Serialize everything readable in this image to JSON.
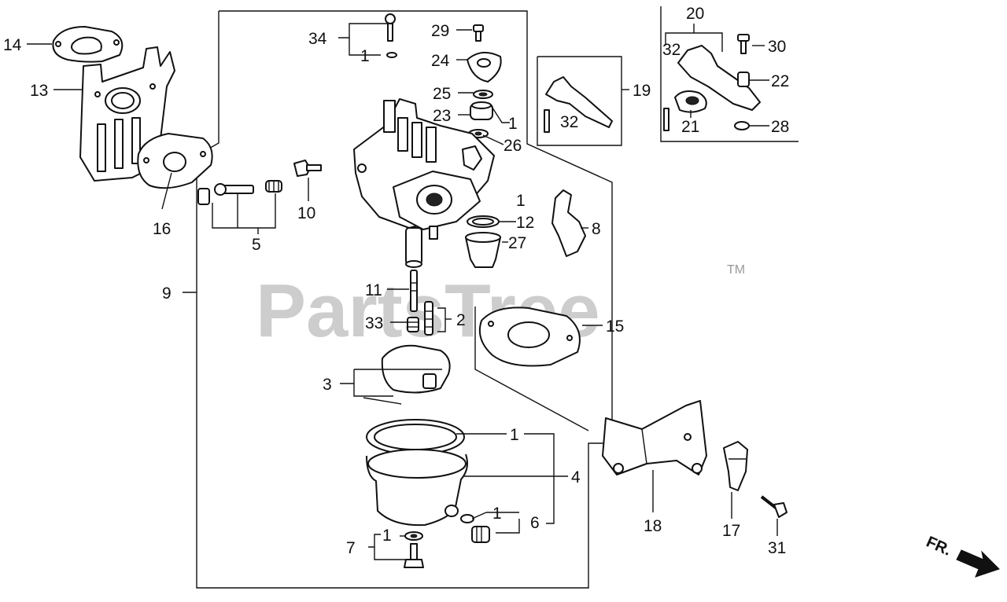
{
  "watermark": {
    "brand": "PartsTree",
    "trademark": "TM"
  },
  "direction_marker": {
    "label": "FR."
  },
  "callouts": [
    "1",
    "2",
    "3",
    "4",
    "5",
    "6",
    "7",
    "8",
    "9",
    "10",
    "11",
    "12",
    "13",
    "14",
    "15",
    "16",
    "17",
    "18",
    "19",
    "20",
    "21",
    "22",
    "23",
    "24",
    "25",
    "26",
    "27",
    "28",
    "29",
    "30",
    "31",
    "32",
    "33",
    "34"
  ]
}
